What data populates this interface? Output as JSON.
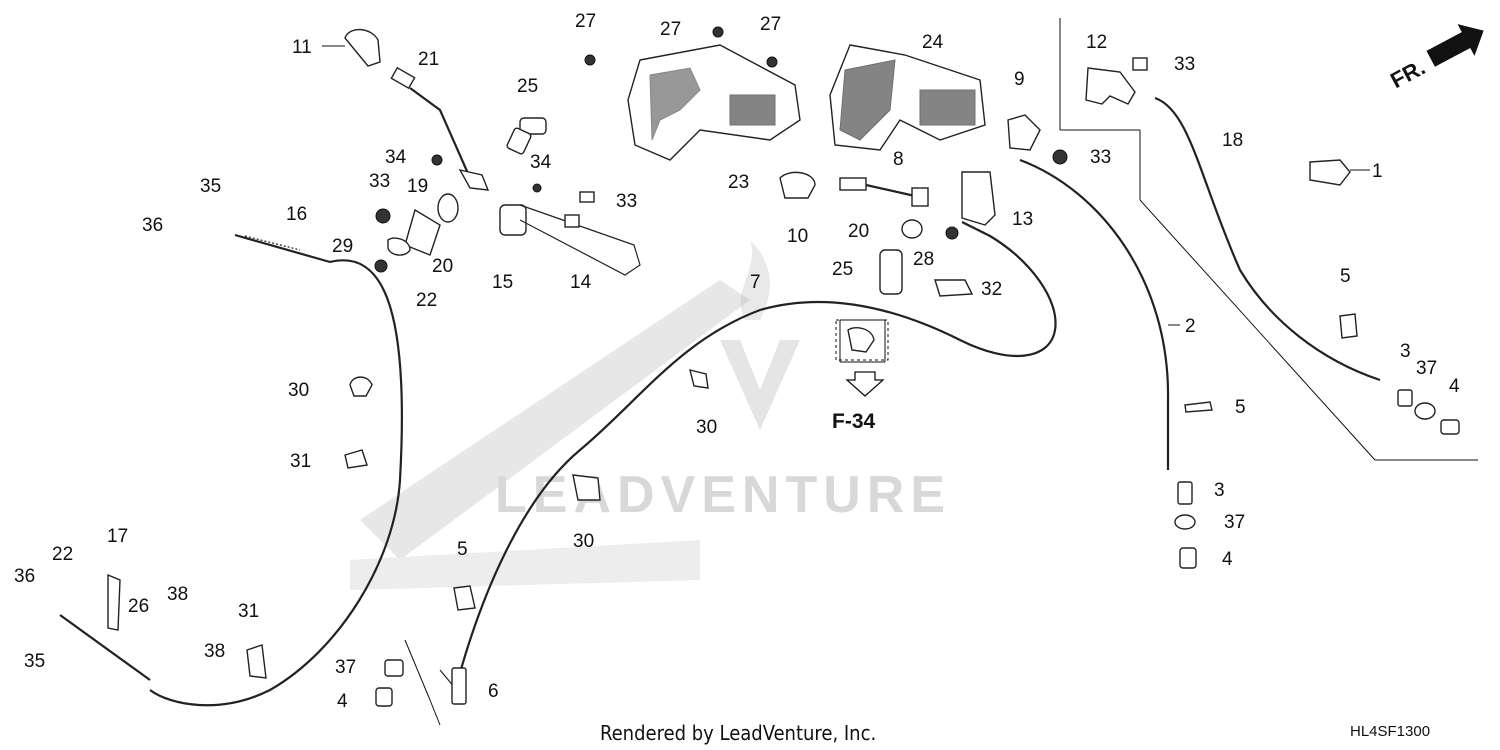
{
  "diagram": {
    "callouts": [
      "1",
      "2",
      "3",
      "3",
      "4",
      "4",
      "4",
      "5",
      "5",
      "5",
      "6",
      "7",
      "8",
      "9",
      "10",
      "11",
      "12",
      "13",
      "14",
      "15",
      "16",
      "17",
      "18",
      "19",
      "20",
      "20",
      "21",
      "22",
      "22",
      "23",
      "24",
      "25",
      "25",
      "26",
      "27",
      "27",
      "27",
      "28",
      "29",
      "30",
      "30",
      "30",
      "31",
      "31",
      "32",
      "33",
      "33",
      "33",
      "33",
      "34",
      "34",
      "35",
      "35",
      "36",
      "36",
      "37",
      "37",
      "37",
      "38",
      "38"
    ],
    "front_indicator": "FR.",
    "section_reference": "F-34",
    "watermark": "LEADVENTURE",
    "credit": "Rendered by LeadVenture, Inc.",
    "diagram_code": "HL4SF1300"
  }
}
